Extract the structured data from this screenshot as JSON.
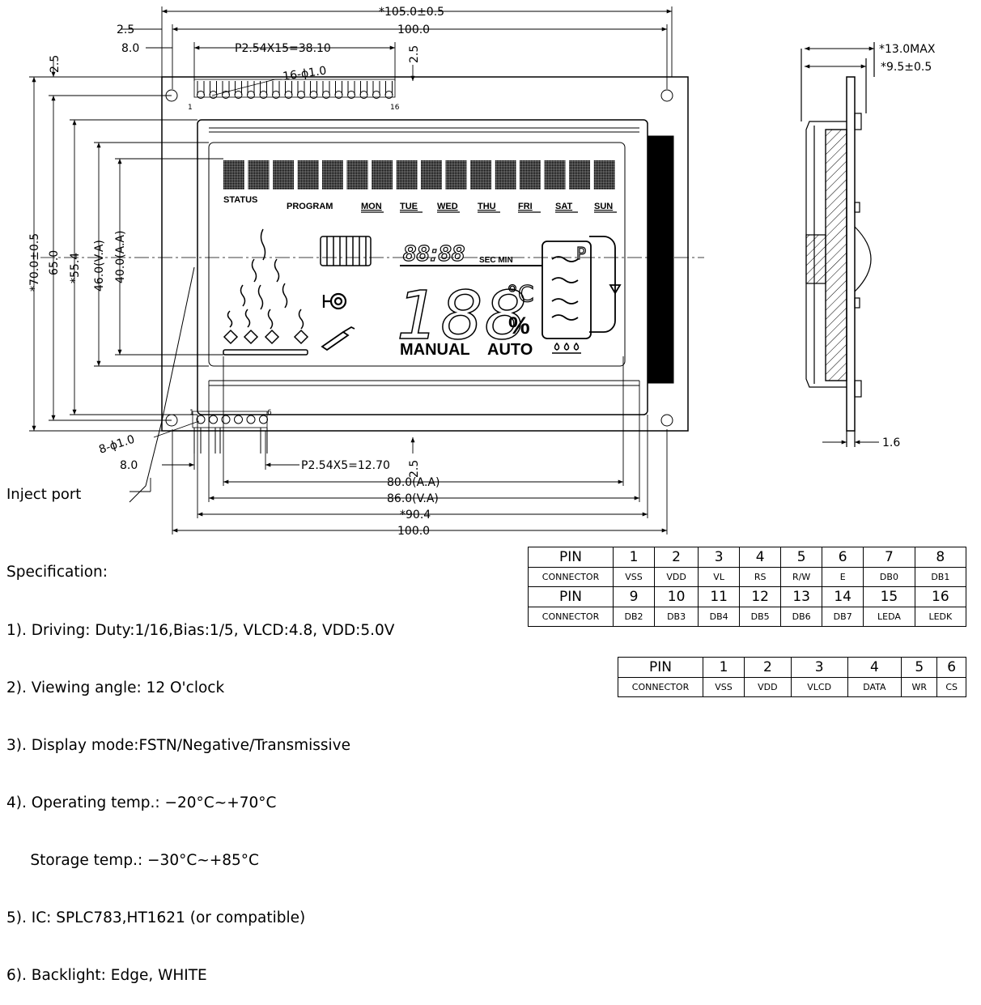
{
  "dimensions": {
    "overall_width": "*105.0±0.5",
    "board_width": "100.0",
    "edge_offset_top": "2.5",
    "pin1_offset_top": "8.0",
    "top_pitch": "P2.54X15=38.10",
    "top_pin_holes": "16-ϕ1.0",
    "top_row_offset": "2.5",
    "overall_height": "*70.0±0.5",
    "board_height": "65.0",
    "bezel_height": "*55.4",
    "va_height": "46.0(V.A)",
    "aa_height": "40.0(A.A)",
    "bottom_pin_holes": "8-ϕ1.0",
    "pin1_offset_bottom": "8.0",
    "bottom_pitch": "P2.54X5=12.70",
    "bottom_row_offset": "2.5",
    "aa_width": "80.0(A.A)",
    "va_width": "86.0(V.A)",
    "bezel_width": "*90.4",
    "board_width_bottom": "100.0",
    "side_max_thickness": "*13.0MAX",
    "side_module_thickness": "*9.5±0.5",
    "pcb_thickness": "1.6",
    "inject_port": "Inject port",
    "top_pin_first": "1",
    "top_pin_last": "16",
    "bottom_pin_first": "1",
    "bottom_pin_last": "6"
  },
  "lcd_labels": {
    "status": "STATUS",
    "program": "PROGRAM",
    "days": [
      "MON",
      "TUE",
      "WED",
      "THU",
      "FRI",
      "SAT",
      "SUN"
    ],
    "clock": "88:88",
    "sec_min": "SEC MIN",
    "main_digits": "188",
    "celsius": "°C",
    "percent": "%",
    "manual": "MANUAL",
    "auto": "AUTO",
    "program_p": "P"
  },
  "specification": {
    "title": "Specification:",
    "items": [
      "1). Driving: Duty:1/16,Bias:1/5, VLCD:4.8, VDD:5.0V",
      "2). Viewing angle: 12 O'clock",
      "3). Display mode:FSTN/Negative/Transmissive",
      "4). Operating temp.: −20°C~+70°C",
      "     Storage temp.: −30°C~+85°C",
      "5). IC: SPLC783,HT1621 (or compatible)",
      "6). Backlight: Edge, WHITE"
    ]
  },
  "pin_table_1": {
    "row_label_pin": "PIN",
    "row_label_connector": "CONNECTOR",
    "pins_a": [
      "1",
      "2",
      "3",
      "4",
      "5",
      "6",
      "7",
      "8"
    ],
    "conn_a": [
      "VSS",
      "VDD",
      "VL",
      "RS",
      "R/W",
      "E",
      "DB0",
      "DB1"
    ],
    "pins_b": [
      "9",
      "10",
      "11",
      "12",
      "13",
      "14",
      "15",
      "16"
    ],
    "conn_b": [
      "DB2",
      "DB3",
      "DB4",
      "DB5",
      "DB6",
      "DB7",
      "LEDA",
      "LEDK"
    ]
  },
  "pin_table_2": {
    "row_label_pin": "PIN",
    "row_label_connector": "CONNECTOR",
    "pins": [
      "1",
      "2",
      "3",
      "4",
      "5",
      "6"
    ],
    "conn": [
      "VSS",
      "VDD",
      "VLCD",
      "DATA",
      "WR",
      "CS"
    ]
  }
}
